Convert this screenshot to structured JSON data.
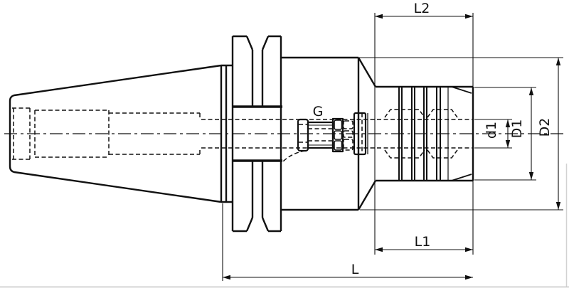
{
  "drawing": {
    "kind": "tool-holder-technical-drawing",
    "colors": {
      "line": "#111111",
      "background": "#ffffff",
      "page_border": "#c8c8c8"
    },
    "labels": {
      "G": "G",
      "L": "L",
      "L1": "L1",
      "L2": "L2",
      "d1": "d1",
      "D1": "D1",
      "D2": "D2"
    }
  }
}
